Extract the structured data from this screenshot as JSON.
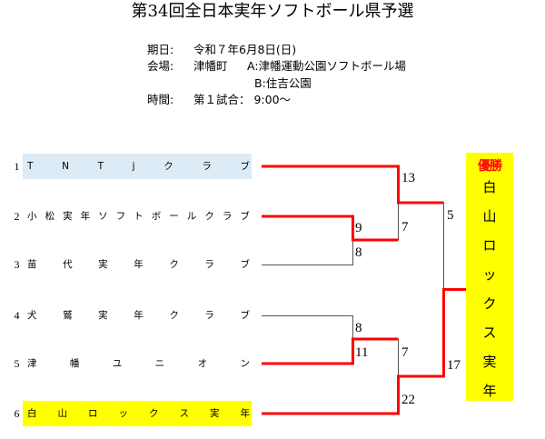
{
  "title": "第34回全日本実年ソフトボール県予選",
  "info": {
    "date": {
      "label": "期日:",
      "value": "令和７年6月8日(日)"
    },
    "venue": {
      "label": "会場:",
      "town": "津幡町",
      "site_a": "A:津幡運動公園ソフトボール場",
      "site_b": "B:住吉公園"
    },
    "time": {
      "label": "時間:",
      "value": "第１試合： 9:00～"
    }
  },
  "teams": [
    {
      "seed": "1",
      "name": "TNTjクラブ"
    },
    {
      "seed": "2",
      "name": "小松実年ソフトボールクラブ"
    },
    {
      "seed": "3",
      "name": "苗代実年クラブ"
    },
    {
      "seed": "4",
      "name": "犬鷲実年クラブ"
    },
    {
      "seed": "5",
      "name": "津幡ユニオン"
    },
    {
      "seed": "6",
      "name": "白山ロックス実年"
    }
  ],
  "bracket": {
    "round1": [
      {
        "top_seed": "2",
        "bottom_seed": "3",
        "top_score": "9",
        "bottom_score": "8",
        "winner_seed": "2"
      },
      {
        "top_seed": "4",
        "bottom_seed": "5",
        "top_score": "8",
        "bottom_score": "11",
        "winner_seed": "5"
      }
    ],
    "semifinals": [
      {
        "top_seed": "1",
        "top_score": "13",
        "bottom_score": "7",
        "winner_seed": "1"
      },
      {
        "bottom_seed": "6",
        "top_score": "7",
        "bottom_score": "22",
        "winner_seed": "6"
      }
    ],
    "final": {
      "top_score": "5",
      "bottom_score": "17",
      "winner_seed": "6"
    }
  },
  "champion": {
    "label": "優勝",
    "name": "白山ロックス実年"
  },
  "colors": {
    "winner_line": "#ff0000",
    "loser_line": "#555555",
    "champion_bg": "#ffff00",
    "champion_label": "#ff0000",
    "seed1_highlight": "#ddebf7",
    "seed6_highlight": "#ffff00"
  }
}
